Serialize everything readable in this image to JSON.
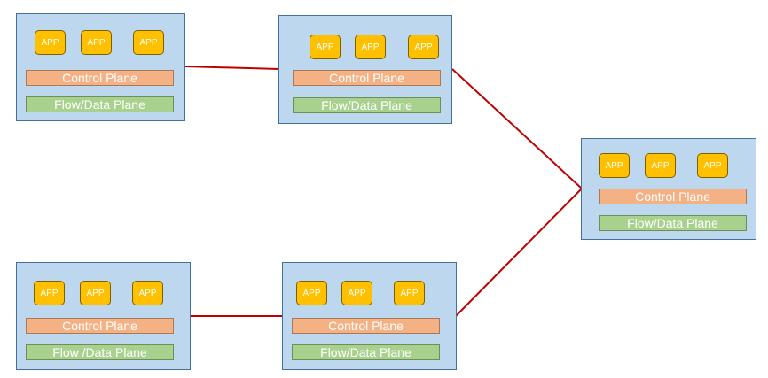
{
  "colors": {
    "node_fill": "#bdd7ee",
    "node_border": "#41719c",
    "app_fill": "#ffc000",
    "control_plane_fill": "#f4b183",
    "flow_plane_fill": "#a9d18e",
    "link": "#c00000"
  },
  "nodes": [
    {
      "apps": [
        "APP",
        "APP",
        "APP"
      ],
      "control_plane": "Control Plane",
      "flow_plane": "Flow/Data Plane"
    },
    {
      "apps": [
        "APP",
        "APP",
        "APP"
      ],
      "control_plane": "Control Plane",
      "flow_plane": "Flow/Data Plane"
    },
    {
      "apps": [
        "APP",
        "APP",
        "APP"
      ],
      "control_plane": "Control Plane",
      "flow_plane": "Flow/Data Plane"
    },
    {
      "apps": [
        "APP",
        "APP",
        "APP"
      ],
      "control_plane": "Control Plane",
      "flow_plane": "Flow /Data Plane"
    },
    {
      "apps": [
        "APP",
        "APP",
        "APP"
      ],
      "control_plane": "Control Plane",
      "flow_plane": "Flow/Data Plane"
    }
  ]
}
